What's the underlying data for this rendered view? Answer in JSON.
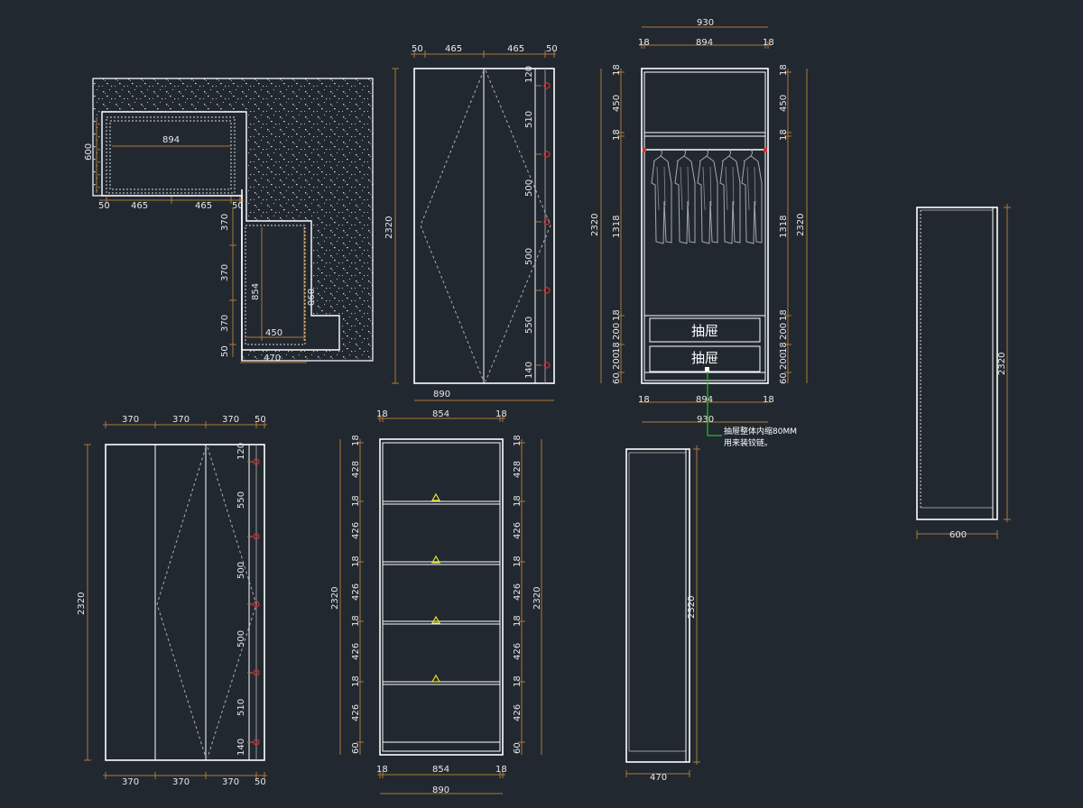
{
  "plan": {
    "top_width": "894",
    "depth_left": "600",
    "bottom_dims": [
      "50",
      "465",
      "465",
      "50"
    ],
    "right_dims": [
      "370",
      "370",
      "370",
      "50"
    ],
    "inner_height": "854",
    "inner_depth": "890",
    "bottom_inner": "450",
    "bottom_outer": "470"
  },
  "elev_a": {
    "top_dims": [
      "50",
      "465",
      "465",
      "50"
    ],
    "height": "2320",
    "hinge_dims": [
      "120",
      "510",
      "500",
      "500",
      "550",
      "140"
    ],
    "bottom_width": "890"
  },
  "elev_b": {
    "overall": "930",
    "inner": "894",
    "side_l": "18",
    "side_r": "18",
    "left_dims": [
      "18",
      "450",
      "18",
      "1318",
      "18",
      "200",
      "18",
      "200",
      "60"
    ],
    "right_dims": [
      "18",
      "450",
      "18",
      "1318",
      "18",
      "200",
      "18",
      "200",
      "60"
    ],
    "height": "2320",
    "drawer_labels": [
      "抽屉",
      "抽屉"
    ],
    "bottom_side_l": "18",
    "bottom_inner": "894",
    "bottom_side_r": "18",
    "bottom_overall": "930",
    "note_lines": [
      "抽屉整体内缩80MM",
      "用来装铰链。"
    ]
  },
  "elev_c": {
    "top_dims": [
      "370",
      "370",
      "370",
      "50"
    ],
    "height": "2320",
    "hinge_dims": [
      "120",
      "550",
      "500",
      "500",
      "510",
      "140"
    ],
    "bottom_dims": [
      "370",
      "370",
      "370",
      "50"
    ]
  },
  "elev_d": {
    "top_side_l": "18",
    "top_inner": "854",
    "top_side_r": "18",
    "left_dims": [
      "18",
      "428",
      "18",
      "426",
      "18",
      "426",
      "18",
      "426",
      "18",
      "426",
      "60"
    ],
    "right_dims": [
      "18",
      "428",
      "18",
      "426",
      "18",
      "426",
      "18",
      "426",
      "18",
      "426",
      "60"
    ],
    "height_l": "2320",
    "height_r": "2320",
    "bottom_side_l": "18",
    "bottom_inner": "854",
    "bottom_side_r": "18",
    "bottom_overall": "890"
  },
  "side_e": {
    "height": "2320",
    "width": "470"
  },
  "side_f": {
    "height": "2320",
    "width": "600"
  }
}
